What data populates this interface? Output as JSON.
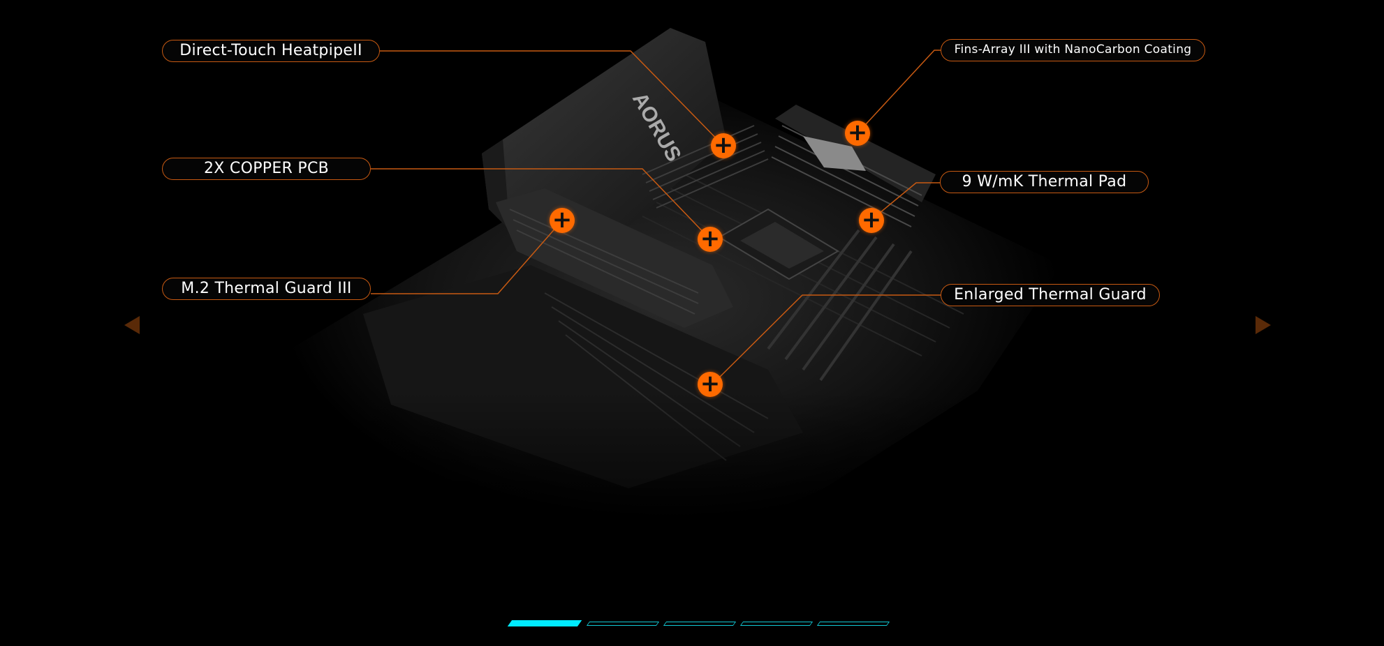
{
  "callouts": {
    "heatpipe": "Direct-Touch HeatpipeII",
    "copper_pcb": "2X COPPER PCB",
    "m2_guard": "M.2 Thermal Guard III",
    "fins_array": "Fins-Array III with NanoCarbon Coating",
    "thermal_pad": "9 W/mK Thermal Pad",
    "enlarged_guard": "Enlarged Thermal Guard"
  },
  "hotspot_symbol": "+",
  "nav": {
    "prev_icon": "triangle-left-icon",
    "next_icon": "triangle-right-icon"
  },
  "pager": {
    "count": 5,
    "active_index": 0
  },
  "colors": {
    "accent": "#ff6a00",
    "callout_border": "#c85a12",
    "pager": "#00eaff",
    "background": "#000000"
  }
}
